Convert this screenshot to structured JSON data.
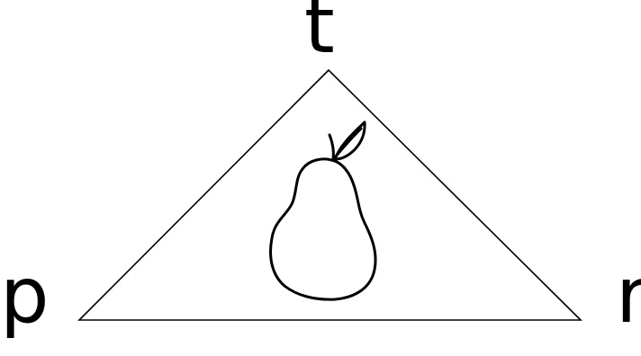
{
  "labels": {
    "top": "t",
    "left": "p",
    "right": "r"
  },
  "figure": {
    "shape": "triangle",
    "inner_drawing": "pear-sketch",
    "stroke_color": "#000000",
    "background_color": "#ffffff"
  }
}
